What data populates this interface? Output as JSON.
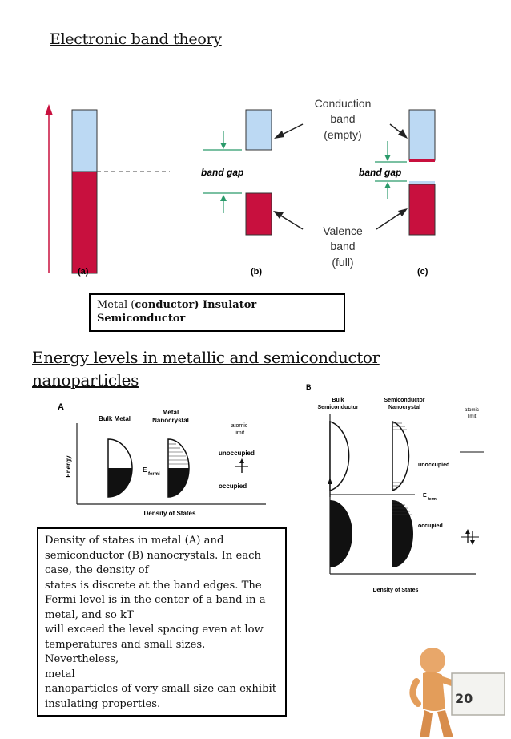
{
  "page": {
    "title": "Electronic band theory",
    "page_number": "20"
  },
  "band_figure": {
    "conduction_label": [
      "Conduction",
      "band",
      "(empty)"
    ],
    "valence_label": [
      "Valence",
      "band",
      "(full)"
    ],
    "band_gap_b": "band gap",
    "band_gap_c": "band gap",
    "panel_a": "(a)",
    "panel_b": "(b)",
    "panel_c": "(c)",
    "colors": {
      "empty": "#bcd9f3",
      "filled": "#c8103e",
      "arrow": "#c8103e",
      "gap": "#2a9a6a"
    }
  },
  "caption1": {
    "line1_plain": "Metal (",
    "line1_bold": "conductor) Insulator",
    "line2_bold": "Semiconductor"
  },
  "section2": {
    "heading_line1": "Energy levels in metallic and semiconductor",
    "heading_line2": "nanoparticles"
  },
  "figure_a": {
    "panel": "A",
    "bulk_metal": "Bulk Metal",
    "metal_nc": [
      "Metal",
      "Nanocrystal"
    ],
    "atomic_limit": [
      "atomic",
      "limit"
    ],
    "unoccupied": "unoccupied",
    "occupied": "occupied",
    "efermi": "E",
    "fermi_sub": "fermi",
    "yaxis": "Energy",
    "xaxis": "Density of States"
  },
  "figure_b": {
    "panel": "B",
    "bulk_semi": [
      "Bulk",
      "Semiconductor"
    ],
    "semi_nc": [
      "Semiconductor",
      "Nanocrystal"
    ],
    "atomic_limit": [
      "atomic",
      "limit"
    ],
    "unoccupied": "unoccupied",
    "occupied": "occupied",
    "efermi": "E",
    "fermi_sub": "fermi",
    "xaxis": "Density of States"
  },
  "description": {
    "lines": [
      "Density of states in metal (A) and",
      "semiconductor (B) nanocrystals. In each",
      "case, the density of",
      "states is discrete at the band edges. The",
      "Fermi level is in the center of a band in a",
      "metal, and so kT",
      "will exceed the level spacing even at low",
      "temperatures and small sizes. Nevertheless,",
      "metal",
      "nanoparticles of very small size can exhibit",
      "insulating properties."
    ]
  }
}
